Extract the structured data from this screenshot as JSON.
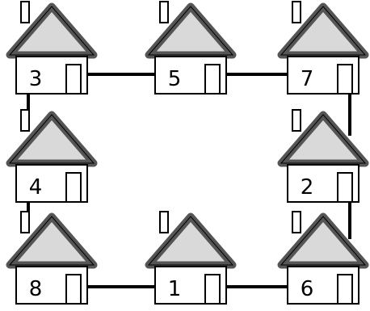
{
  "houses": [
    {
      "id": "house-3",
      "number": "3"
    },
    {
      "id": "house-5",
      "number": "5"
    },
    {
      "id": "house-7",
      "number": "7"
    },
    {
      "id": "house-4",
      "number": "4"
    },
    {
      "id": "house-2",
      "number": "2"
    },
    {
      "id": "house-8",
      "number": "8"
    },
    {
      "id": "house-1",
      "number": "1"
    },
    {
      "id": "house-6",
      "number": "6"
    }
  ],
  "colors": {
    "roof_fill": "#d9d9d9",
    "roof_outline": "#555555",
    "outline": "#000000",
    "background": "#ffffff"
  }
}
